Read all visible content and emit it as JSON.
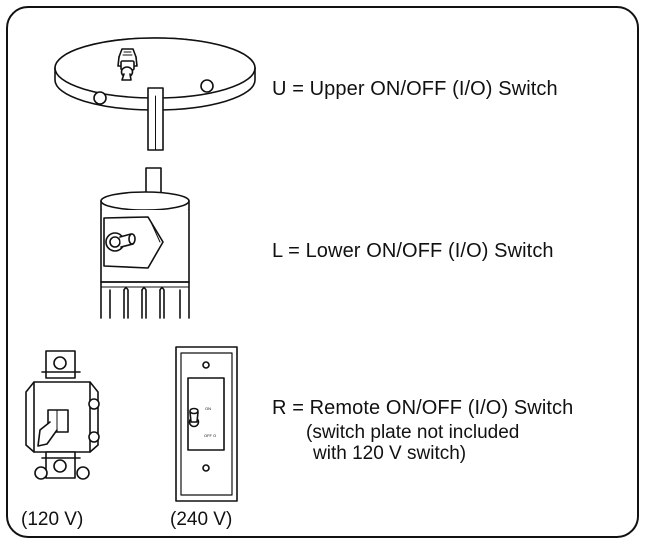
{
  "switches": {
    "upper": {
      "label": "U = Upper ON/OFF (I/O) Switch"
    },
    "lower": {
      "label": "L  = Lower ON/OFF (I/O) Switch"
    },
    "remote": {
      "label": "R = Remote ON/OFF (I/O) Switch",
      "note_line1": "(switch plate not included",
      "note_line2": "with 120 V switch)"
    }
  },
  "voltages": {
    "v120": "(120 V)",
    "v240": "(240 V)"
  },
  "plate_markings": {
    "on": "ON",
    "off": "OFF O"
  }
}
